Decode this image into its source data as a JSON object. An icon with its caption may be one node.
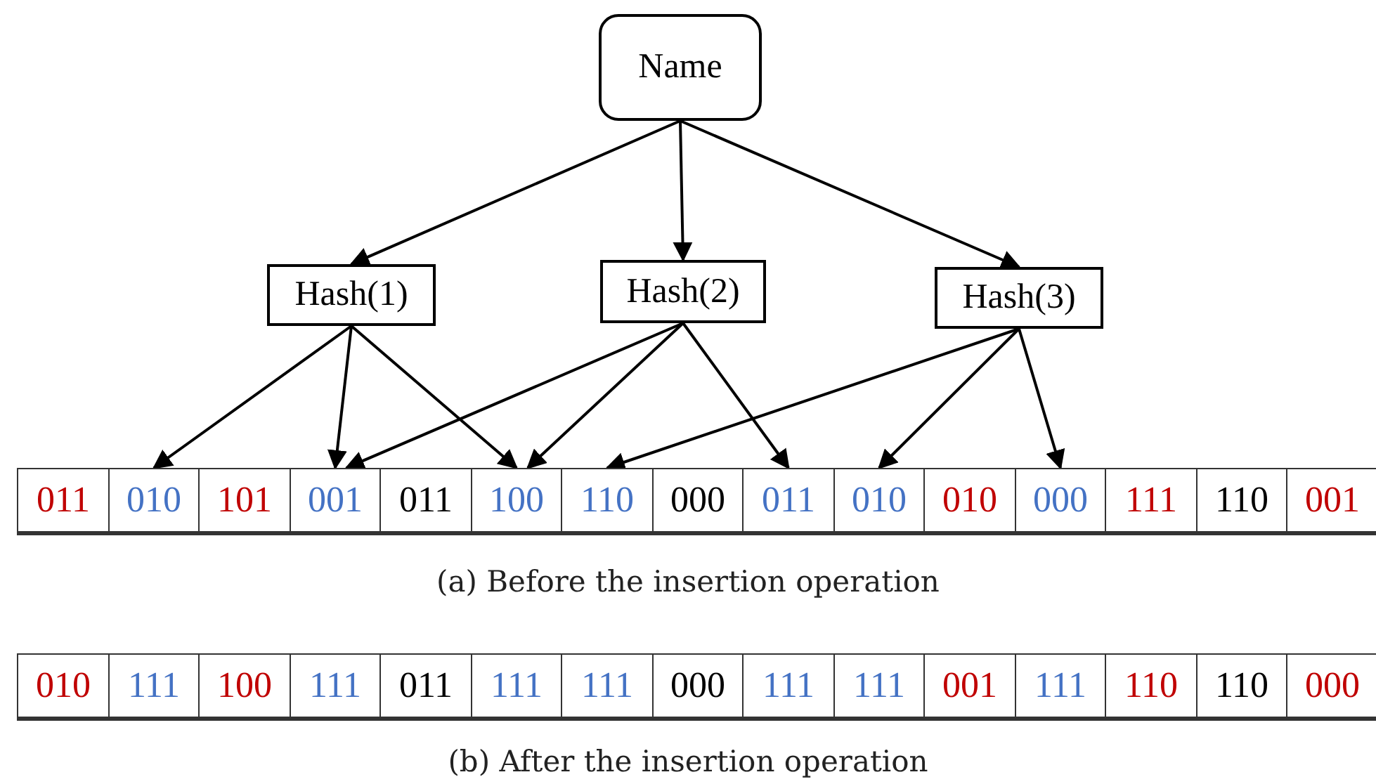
{
  "diagram": {
    "nodes": [
      {
        "text": [
          "Name"
        ]
      },
      {
        "text": [
          "Hash(1)"
        ]
      },
      {
        "text": [
          "Hash(2)"
        ]
      },
      {
        "text": [
          "Hash(3)"
        ]
      },
      {
        "text": [
          "011"
        ]
      },
      {
        "text": [
          "010"
        ]
      },
      {
        "text": [
          "101"
        ]
      },
      {
        "text": [
          "001"
        ]
      },
      {
        "text": [
          "011"
        ]
      },
      {
        "text": [
          "100"
        ]
      },
      {
        "text": [
          "110"
        ]
      },
      {
        "text": [
          "000"
        ]
      },
      {
        "text": [
          "011"
        ]
      },
      {
        "text": [
          "010"
        ]
      },
      {
        "text": [
          "010"
        ]
      },
      {
        "text": [
          "000"
        ]
      },
      {
        "text": [
          "111"
        ]
      },
      {
        "text": [
          "110"
        ]
      },
      {
        "text": [
          "001"
        ]
      },
      {
        "text": [
          "010"
        ]
      },
      {
        "text": [
          "111"
        ]
      },
      {
        "text": [
          "100"
        ]
      },
      {
        "text": [
          "111"
        ]
      },
      {
        "text": [
          "011"
        ]
      },
      {
        "text": [
          "111"
        ]
      },
      {
        "text": [
          "111"
        ]
      },
      {
        "text": [
          "000"
        ]
      },
      {
        "text": [
          "111"
        ]
      },
      {
        "text": [
          "111"
        ]
      },
      {
        "text": [
          "001"
        ]
      },
      {
        "text": [
          "111"
        ]
      },
      {
        "text": [
          "110"
        ]
      },
      {
        "text": [
          "110"
        ]
      },
      {
        "text": [
          "000"
        ]
      }
    ],
    "edges": [
      {
        "from": 0,
        "to": 1,
        "arrow": "to"
      },
      {
        "from": 0,
        "to": 2,
        "arrow": "to"
      },
      {
        "from": 0,
        "to": 3,
        "arrow": "to"
      },
      {
        "from": 1,
        "to": 5,
        "arrow": "to"
      },
      {
        "from": 1,
        "to": 7,
        "arrow": "to"
      },
      {
        "from": 1,
        "to": 9,
        "arrow": "to"
      },
      {
        "from": 2,
        "to": 7,
        "arrow": "to"
      },
      {
        "from": 2,
        "to": 9,
        "arrow": "to"
      },
      {
        "from": 2,
        "to": 12,
        "arrow": "to"
      },
      {
        "from": 3,
        "to": 10,
        "arrow": "to"
      },
      {
        "from": 3,
        "to": 13,
        "arrow": "to"
      },
      {
        "from": 3,
        "to": 15,
        "arrow": "to"
      }
    ],
    "labels": [
      "(a) Before the insertion operation",
      "(b) After the insertion operation"
    ]
  }
}
